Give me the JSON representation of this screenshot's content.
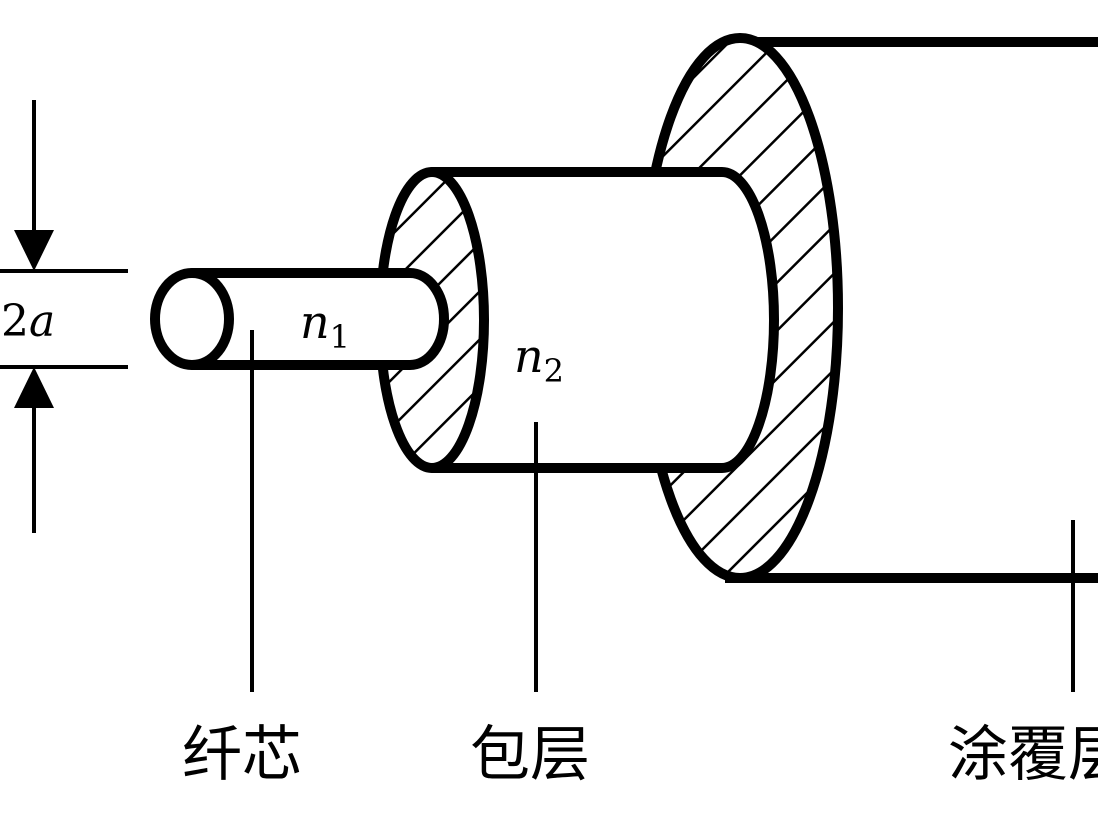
{
  "diagram": {
    "dimension_label": {
      "number": "2",
      "symbol": "a"
    },
    "core_index": {
      "base": "n",
      "subscript": "1"
    },
    "cladding_index": {
      "base": "n",
      "subscript": "2"
    },
    "labels": {
      "core": "纤芯",
      "cladding": "包层",
      "coating": "涂覆层"
    },
    "colors": {
      "stroke": "#000000",
      "fill": "#ffffff"
    }
  }
}
